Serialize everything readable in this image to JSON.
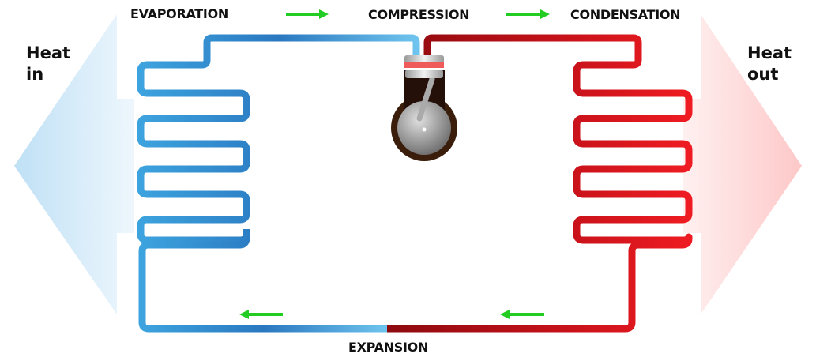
{
  "labels": {
    "evaporation": "EVAPORATION",
    "compression": "COMPRESSION",
    "condensation": "CONDENSATION",
    "expansion": "EXPANSION"
  },
  "heat_in": {
    "line1": "Heat",
    "line2": "in"
  },
  "heat_out": {
    "line1": "Heat",
    "line2": "out"
  },
  "colors": {
    "cold_pipe": "#3a9ad6",
    "hot_pipe": "#d8141a",
    "flow_arrow": "#22cc22",
    "heat_in_arrow": "#cfe8f7",
    "heat_out_arrow": "#fdd5d5",
    "compressor_body": "#2a140a"
  }
}
